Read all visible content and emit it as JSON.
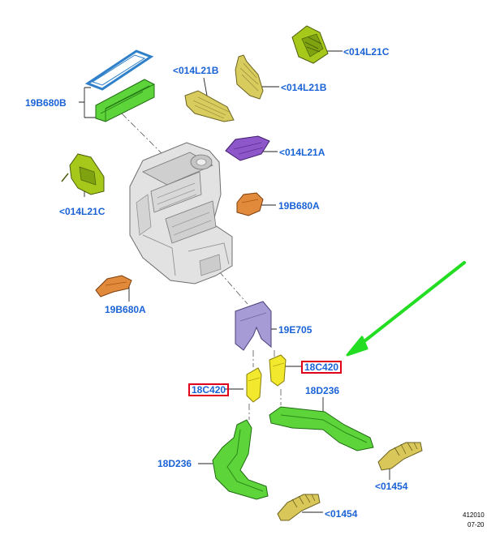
{
  "colors": {
    "label_blue": "#1a63d6",
    "highlight_red": "#e0001b",
    "arrow_green": "#22dd22",
    "hvac_gray": "#d6d6d6",
    "part_green": "#5dd43a",
    "part_lime": "#a5c81b",
    "part_khaki": "#d9cc5e",
    "part_yellow": "#f2e82e",
    "part_purple": "#8e57c9",
    "part_orange": "#e28a3b",
    "part_lavender": "#a79bd6",
    "filter_blue": "#2f80c9"
  },
  "callouts": {
    "evap_case_cover": "19B680B",
    "vent_duct_upper_right": "<014L21C",
    "vent_duct_left": "<014L21C",
    "flap_left": "<014L21B",
    "flap_right": "<014L21B",
    "purple_duct": "<014L21A",
    "seal_right": "19B680A",
    "seal_left": "19B680A",
    "rear_adapter": "19E705",
    "floor_duct_connector_right": "18C420",
    "floor_duct_connector_left": "18C420",
    "floor_duct_right": "18D236",
    "floor_duct_left": "18D236",
    "outlet_right": "<01454",
    "outlet_bottom": "<01454"
  },
  "footer": {
    "code": "412010",
    "date": "07-20"
  }
}
